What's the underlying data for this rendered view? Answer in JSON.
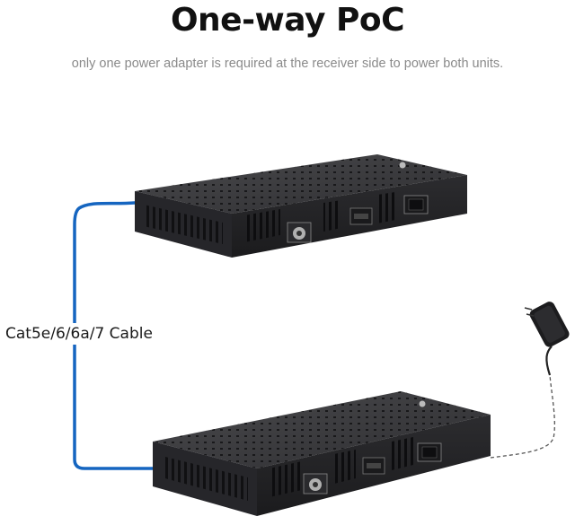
{
  "header": {
    "title": "One-way PoC",
    "subtitle": "only one power adapter is required at the receiver side to power both units."
  },
  "cable": {
    "label": "Cat5e/6/6a/7 Cable",
    "color": "#1565c0"
  },
  "colors": {
    "device_body": "#3a3a3c",
    "device_dark": "#1f1f21",
    "power_line": "#555555"
  },
  "icons": {
    "transmitter": "hdmi-extender-transmitter-icon",
    "receiver": "hdmi-extender-receiver-icon",
    "power_adapter": "power-adapter-icon"
  }
}
